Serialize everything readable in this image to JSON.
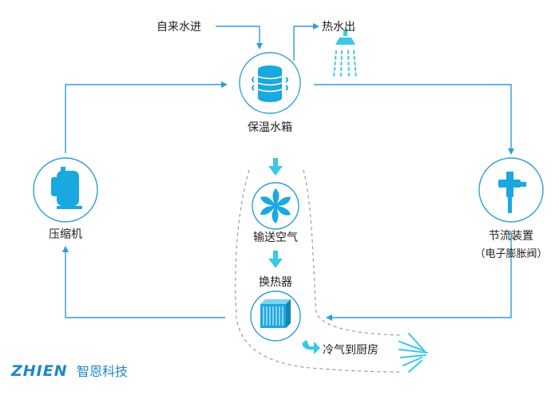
{
  "colors": {
    "line": "#2e9ed6",
    "icon": "#1aa8e0",
    "accent": "#39c9e3",
    "dash": "#9a9a9a",
    "text": "#1f1f1f",
    "brand": "#1f86c8"
  },
  "nodes": {
    "tank": {
      "label": "保温水箱",
      "icon": "water-tank-icon"
    },
    "compressor": {
      "label": "压缩机",
      "icon": "compressor-icon"
    },
    "throttle": {
      "label": "节流装置",
      "sublabel": "（电子膨胀阀）",
      "icon": "expansion-valve-icon"
    },
    "fan": {
      "label": "输送空气",
      "icon": "fan-icon"
    },
    "exchanger": {
      "label": "换热器",
      "icon": "heat-exchanger-icon"
    }
  },
  "flows": {
    "water_in": "自来水进",
    "hot_water_out": "热水出",
    "cold_air_out": "冷气到厨房"
  },
  "brand": {
    "name_en": "ZHIEN",
    "name_cn": "智恩科技"
  }
}
